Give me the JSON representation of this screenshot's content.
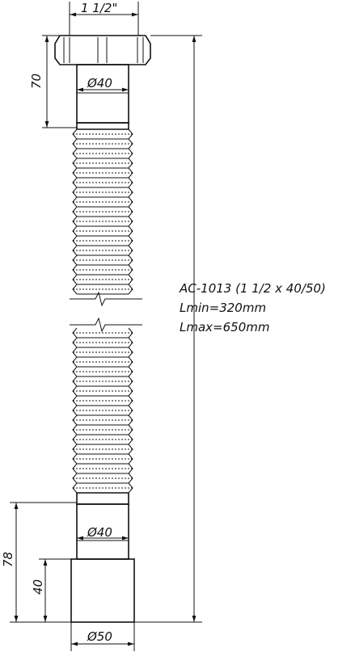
{
  "drawing": {
    "top_thread_dim": "1 1/2\"",
    "top_length_dim": "70",
    "top_diameter_dim": "Ø40",
    "bottom_total_dim": "78",
    "bottom_socket_dim": "40",
    "bottom_inner_diameter_dim": "Ø40",
    "bottom_outer_diameter_dim": "Ø50",
    "model_label": "AC-1013 (1 1/2 x 40/50)",
    "lmin_label": "Lmin=320mm",
    "lmax_label": "Lmax=650mm"
  }
}
